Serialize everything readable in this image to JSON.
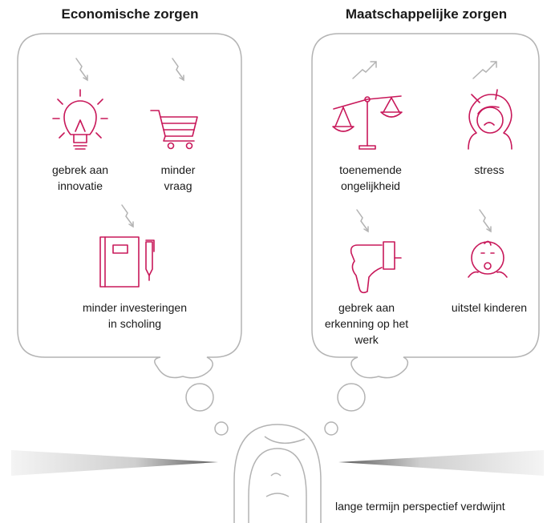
{
  "left": {
    "title": "Economische zorgen",
    "items": [
      {
        "label": "gebrek aan innovatie",
        "icon": "lightbulb-icon",
        "trend": "down"
      },
      {
        "label": "minder vraag",
        "icon": "shopping-cart-icon",
        "trend": "down"
      },
      {
        "label": "minder investeringen in scholing",
        "icon": "notebook-pen-icon",
        "trend": "down"
      }
    ]
  },
  "right": {
    "title": "Maatschappelijke zorgen",
    "items": [
      {
        "label": "toenemende ongelijkheid",
        "icon": "balance-scale-icon",
        "trend": "up"
      },
      {
        "label": "stress",
        "icon": "stressed-face-icon",
        "trend": "up"
      },
      {
        "label": "gebrek aan erkenning op het werk",
        "icon": "thumbs-down-icon",
        "trend": "down"
      },
      {
        "label": "uitstel kinderen",
        "icon": "baby-icon",
        "trend": "down"
      }
    ]
  },
  "footer": {
    "caption": "lange termijn perspectief verdwijnt"
  },
  "colors": {
    "accent": "#c8185a",
    "line": "#b3b3b3",
    "text": "#1a1a1a"
  }
}
